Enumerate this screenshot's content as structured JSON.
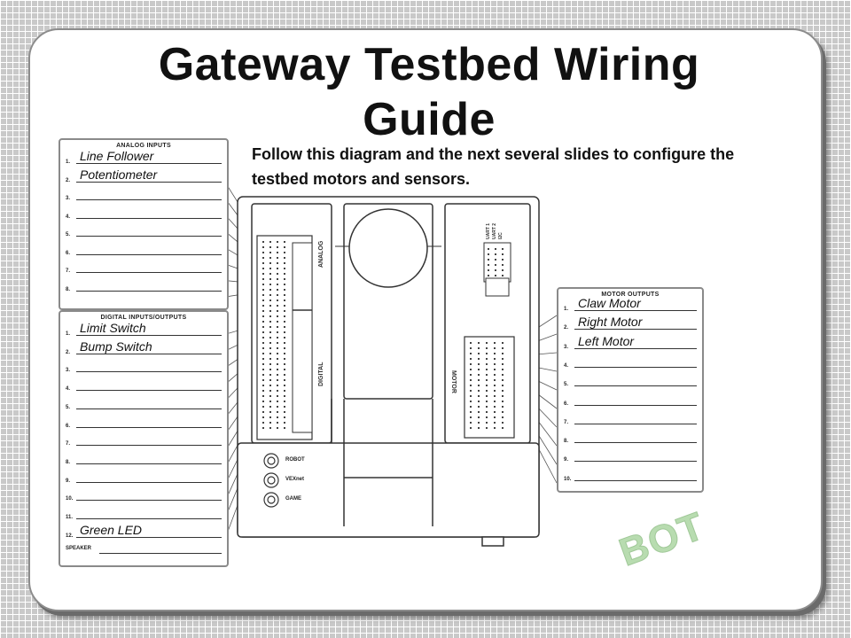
{
  "slide": {
    "title": "Gateway Testbed Wiring Guide",
    "subtitle": "Follow this diagram and the next several slides to configure the testbed motors and sensors."
  },
  "analog_inputs": {
    "title": "ANALOG INPUTS",
    "rows": [
      {
        "num": "1.",
        "label": "Line Follower"
      },
      {
        "num": "2.",
        "label": "Potentiometer"
      },
      {
        "num": "3.",
        "label": ""
      },
      {
        "num": "4.",
        "label": ""
      },
      {
        "num": "5.",
        "label": ""
      },
      {
        "num": "6.",
        "label": ""
      },
      {
        "num": "7.",
        "label": ""
      },
      {
        "num": "8.",
        "label": ""
      }
    ]
  },
  "digital_io": {
    "title": "DIGITAL INPUTS/OUTPUTS",
    "rows": [
      {
        "num": "1.",
        "label": "Limit Switch"
      },
      {
        "num": "2.",
        "label": "Bump Switch"
      },
      {
        "num": "3.",
        "label": ""
      },
      {
        "num": "4.",
        "label": ""
      },
      {
        "num": "5.",
        "label": ""
      },
      {
        "num": "6.",
        "label": ""
      },
      {
        "num": "7.",
        "label": ""
      },
      {
        "num": "8.",
        "label": ""
      },
      {
        "num": "9.",
        "label": ""
      },
      {
        "num": "10.",
        "label": ""
      },
      {
        "num": "11.",
        "label": ""
      },
      {
        "num": "12.",
        "label": "Green LED"
      }
    ],
    "speaker_label": "SPEAKER"
  },
  "motor_outputs": {
    "title": "MOTOR OUTPUTS",
    "rows": [
      {
        "num": "1.",
        "label": "Claw Motor"
      },
      {
        "num": "2.",
        "label": "Right Motor"
      },
      {
        "num": "3.",
        "label": "Left Motor"
      },
      {
        "num": "4.",
        "label": ""
      },
      {
        "num": "5.",
        "label": ""
      },
      {
        "num": "6.",
        "label": ""
      },
      {
        "num": "7.",
        "label": ""
      },
      {
        "num": "8.",
        "label": ""
      },
      {
        "num": "9.",
        "label": ""
      },
      {
        "num": "10.",
        "label": ""
      }
    ]
  },
  "controller": {
    "analog_label": "ANALOG",
    "digital_label": "DIGITAL",
    "motor_label": "MOTOR",
    "uart1_label": "UART 1",
    "uart2_label": "UART 2",
    "i2c_label": "I2C",
    "leds": [
      "ROBOT",
      "VEXnet",
      "GAME"
    ]
  },
  "logo_text": "BOT",
  "colors": {
    "panel_border": "#8a8a8a",
    "logo": "#b8dcb0"
  }
}
